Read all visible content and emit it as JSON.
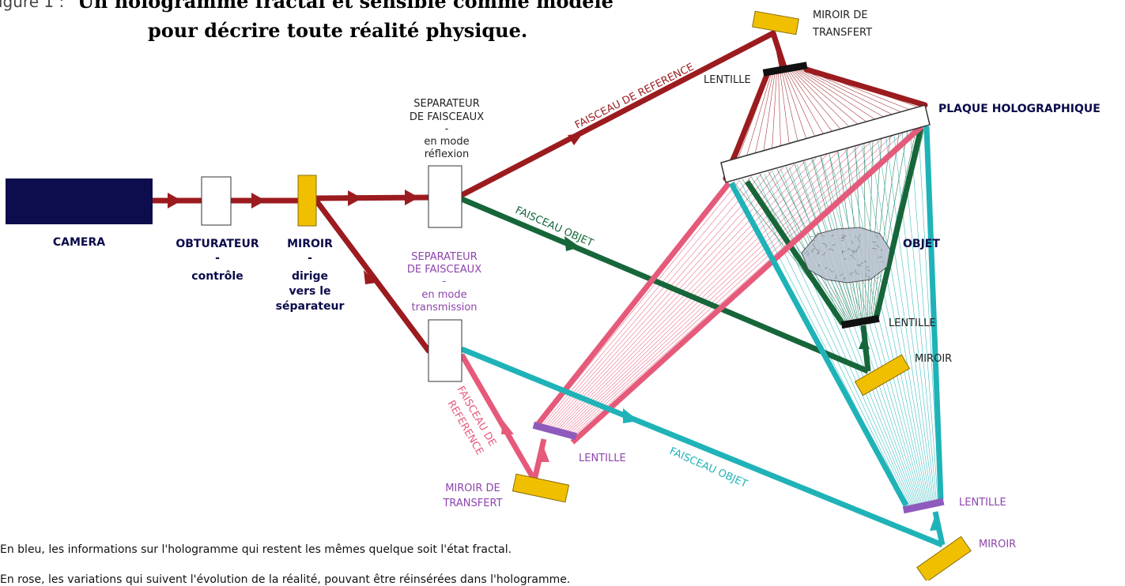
{
  "title": {
    "prefix": "igure 1 :",
    "line1": "Un hologramme fractal et sensible comme modèle",
    "line2": "pour décrire toute réalité physique."
  },
  "nodes": {
    "camera": "CAMERA",
    "obturateur": {
      "line1": "OBTURATEUR",
      "line2": "-",
      "line3": "contrôle"
    },
    "miroir": {
      "line1": "MIROIR",
      "line2": "-",
      "line3": "dirige",
      "line4": "vers le",
      "line5": "séparateur"
    },
    "separateur_reflexion": {
      "line1": "SEPARATEUR",
      "line2": "DE FAISCEAUX",
      "line3": "-",
      "line4": "en mode",
      "line5": "réflexion"
    },
    "separateur_transmission": {
      "line1": "SEPARATEUR",
      "line2": "DE FAISCEAUX",
      "line3": "-",
      "line4": "en mode",
      "line5": "transmission"
    },
    "miroir_transfert_top": {
      "line1": "MIROIR DE",
      "line2": "TRANSFERT"
    },
    "lentille_top": "LENTILLE",
    "plaque": "PLAQUE HOLOGRAPHIQUE",
    "objet": "OBJET",
    "lentille_objet": "LENTILLE",
    "miroir_objet": "MIROIR",
    "lentille_ref": "LENTILLE",
    "miroir_transfert_bottom": {
      "line1": "MIROIR DE",
      "line2": "TRANSFERT"
    },
    "lentille_bottom": "LENTILLE",
    "miroir_bottom": "MIROIR"
  },
  "beams": {
    "faisceau_reference_top": "FAISCEAU DE REFERENCE",
    "faisceau_objet_green": "FAISCEAU OBJET",
    "faisceau_reference_pink_line1": "FAISCEAU DE",
    "faisceau_reference_pink_line2": "REFERENCE",
    "faisceau_objet_cyan": "FAISCEAU OBJET"
  },
  "captions": {
    "line1": "En bleu, les informations sur l'hologramme qui restent les mêmes quelque soit l'état fractal.",
    "line2": "En rose, les variations qui suivent l'évolution de la réalité, pouvant être réinsérées dans l'hologramme."
  },
  "colors": {
    "camera": "#0d0d4d",
    "dark_red": "#9b1b1f",
    "green": "#16663a",
    "pink": "#e55a7a",
    "cyan": "#1fb3b8",
    "mirror": "#f0c000",
    "lens_purple": "#8e5bbd",
    "purple_text": "#8e44ad",
    "navy_text": "#0a0a4a"
  }
}
